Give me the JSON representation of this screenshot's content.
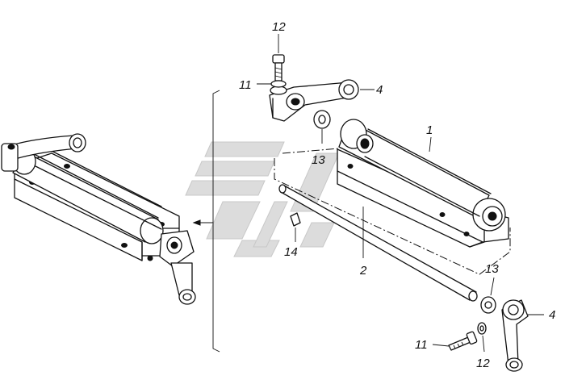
{
  "labels": {
    "l1": "1",
    "l2": "2",
    "l4a": "4",
    "l4b": "4",
    "l11a": "11",
    "l11b": "11",
    "l12a": "12",
    "l12b": "12",
    "l13a": "13",
    "l13b": "13",
    "l14": "14"
  },
  "colors": {
    "ink": "#111111",
    "watermark": "#d9d9d9",
    "paper": "#ffffff"
  }
}
